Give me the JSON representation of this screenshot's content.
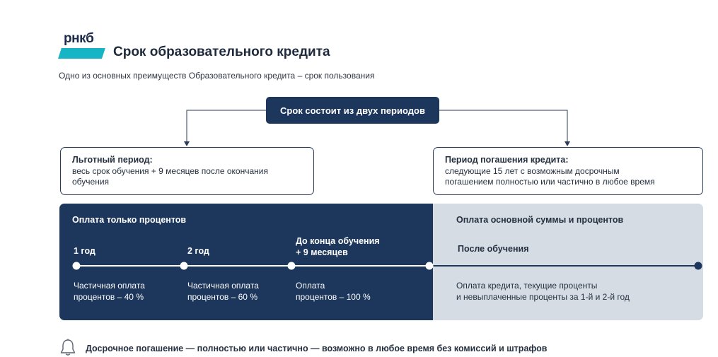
{
  "logo": {
    "text": "рнкб",
    "accent_color": "#15b5c5",
    "text_color": "#1c2b4a"
  },
  "header": {
    "title": "Срок образовательного кредита",
    "subtitle": "Одно из основных преимуществ Образовательного кредита – срок пользования"
  },
  "top_box": {
    "label": "Срок состоит из двух периодов"
  },
  "periods": {
    "grace": {
      "title": "Льготный период:",
      "line1": "весь срок обучения + 9 месяцев после окончания",
      "line2": "обучения"
    },
    "repayment": {
      "title": "Период погашения кредита:",
      "line1": "следующие 15 лет с возможным досрочным",
      "line2": "погашением полностью или частично в любое время"
    }
  },
  "timeline": {
    "dark_section": {
      "heading": "Оплата только процентов",
      "steps": [
        {
          "label": "1 год",
          "desc1": "Частичная оплата",
          "desc2": "процентов – 40 %"
        },
        {
          "label": "2 год",
          "desc1": "Частичная оплата",
          "desc2": "процентов – 60 %"
        },
        {
          "label1": "До конца обучения",
          "label2": "+ 9 месяцев",
          "desc1": "Оплата",
          "desc2": "процентов – 100 %"
        }
      ]
    },
    "grey_section": {
      "heading": "Оплата основной суммы и процентов",
      "step_label": "После обучения",
      "desc1": "Оплата кредита, текущие проценты",
      "desc2": "и невыплаченные проценты за 1-й и 2-й год"
    }
  },
  "footer": {
    "icon": "bell-icon",
    "text": "Досрочное погашение — полностью или частично — возможно в любое время без комиссий и штрафов"
  },
  "colors": {
    "navy": "#1c365c",
    "grey_panel": "#d5dce4",
    "teal": "#15b5c5"
  }
}
